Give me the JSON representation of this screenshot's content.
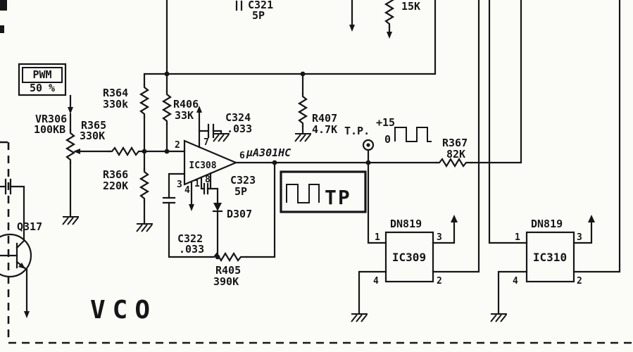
{
  "diagram": {
    "block_label": "VCO",
    "colors": {
      "ink": "#161616",
      "paper": "#fbfbf8"
    },
    "pwm_box": {
      "line1": "PWM",
      "line2": "50 %"
    },
    "test_point": {
      "label": "T.P.",
      "high": "+15",
      "low": "0"
    },
    "tp_box": {
      "label": "TP"
    },
    "transistor": {
      "ref": "Q317"
    },
    "components": {
      "vr306": {
        "ref": "VR306",
        "value": "100KB"
      },
      "r364": {
        "ref": "R364",
        "value": "330k"
      },
      "r365": {
        "ref": "R365",
        "value": "330K"
      },
      "r366": {
        "ref": "R366",
        "value": "220K"
      },
      "r406": {
        "ref": "R406",
        "value": "33K"
      },
      "r407": {
        "ref": "R407",
        "value": "4.7K"
      },
      "r405": {
        "ref": "R405",
        "value": "390K"
      },
      "r367": {
        "ref": "R367",
        "value": "82K"
      },
      "r_top": {
        "value": "15K"
      },
      "c321": {
        "ref": "C321",
        "value": "5P"
      },
      "c322": {
        "ref": "C322",
        "value": ".033"
      },
      "c323": {
        "ref": "C323",
        "value": "5P"
      },
      "c324": {
        "ref": "C324",
        "value": ".033"
      },
      "d307": {
        "ref": "D307"
      }
    },
    "ic308": {
      "ref": "IC308",
      "part": "μA301HC",
      "pin_inv": "2",
      "pin_noninv": "3",
      "pin_vminus": "4",
      "pin_vplus": "7",
      "pin_comp1": "1",
      "pin_comp8": "8",
      "pin_out": "6"
    },
    "ic309": {
      "ref": "IC309",
      "part": "DN819",
      "pin1": "1",
      "pin2": "2",
      "pin3": "3",
      "pin4": "4"
    },
    "ic310": {
      "ref": "IC310",
      "part": "DN819",
      "pin1": "1",
      "pin2": "2",
      "pin3": "3",
      "pin4": "4"
    }
  }
}
